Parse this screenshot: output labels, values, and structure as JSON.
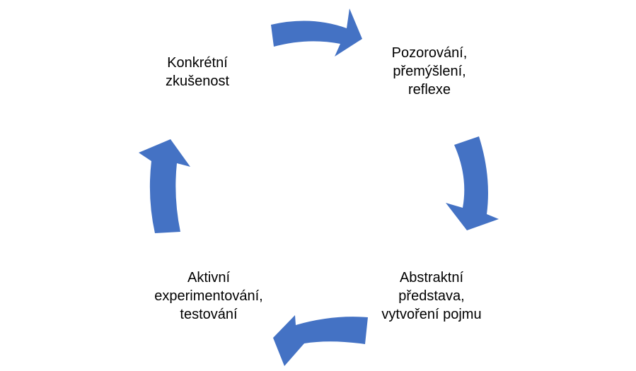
{
  "diagram": {
    "type": "cycle",
    "arrow_color": "#4472C4",
    "text_color": "#000000",
    "nodes": [
      {
        "id": "concrete-experience",
        "lines": [
          "Konkrétní",
          "zkušenost"
        ]
      },
      {
        "id": "reflective-observation",
        "lines": [
          "Pozorování,",
          "přemýšlení,",
          "reflexe"
        ]
      },
      {
        "id": "abstract-conceptualization",
        "lines": [
          "Abstraktní",
          "představa,",
          "vytvoření pojmu"
        ]
      },
      {
        "id": "active-experimentation",
        "lines": [
          "Aktivní",
          "experimentování,",
          "testování"
        ]
      }
    ],
    "arrows": [
      {
        "from": "concrete-experience",
        "to": "reflective-observation"
      },
      {
        "from": "reflective-observation",
        "to": "abstract-conceptualization"
      },
      {
        "from": "abstract-conceptualization",
        "to": "active-experimentation"
      },
      {
        "from": "active-experimentation",
        "to": "concrete-experience"
      }
    ]
  }
}
